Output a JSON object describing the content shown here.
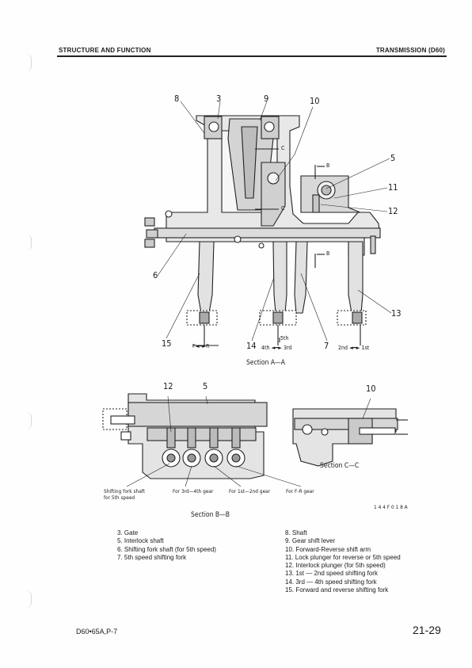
{
  "header": {
    "left": "STRUCTURE AND FUNCTION",
    "right": "TRANSMISSION (D60)"
  },
  "figure_top": {
    "callouts": {
      "c8": "8",
      "c3": "3",
      "c9": "9",
      "c10": "10",
      "c5": "5",
      "c11": "11",
      "c12": "12",
      "c13": "13",
      "c6": "6",
      "c15": "15",
      "c14": "14",
      "c7": "7"
    },
    "section_marks": {
      "b_top": "B",
      "b_bottom": "B",
      "c_top": "C",
      "c_bottom": "C"
    },
    "motion": {
      "fr": "F◄━►R",
      "fifth": "5th",
      "third_fourth": "4th ◄━► 3rd",
      "first_second": "2nd ◄━► 1st"
    },
    "caption": "Section A—A"
  },
  "figure_bottom": {
    "callouts": {
      "c12": "12",
      "c5": "5",
      "c10": "10"
    },
    "labels": {
      "fifth_a": "Shifting fork shaft",
      "fifth_b": "for 5th speed",
      "g34": "For 3rd—4th gear",
      "g12": "For 1st—2nd gear",
      "fr": "For F-R gear"
    },
    "caption_bb": "Section B—B",
    "caption_cc": "Section C—C",
    "figure_code": "1 4 4 F 0 1 8 A"
  },
  "legend_left": [
    "3. Gate",
    "5. Interlock shaft",
    "6. Shifting fork shaft (for 5th speed)",
    "7. 5th speed shifting fork"
  ],
  "legend_right": [
    "8. Shaft",
    "9. Gear shift lever",
    "10. Forward-Reverse shift arm",
    "11. Lock plunger for reverse or 5th speed",
    "12. Interlock plunger (for 5th speed)",
    "13. 1st — 2nd speed shifting fork",
    "14. 3rd — 4th speed shifting fork",
    "15. Forward and reverse shifting fork"
  ],
  "footer": {
    "model": "D60•65A,P-7",
    "page": "21-29"
  }
}
